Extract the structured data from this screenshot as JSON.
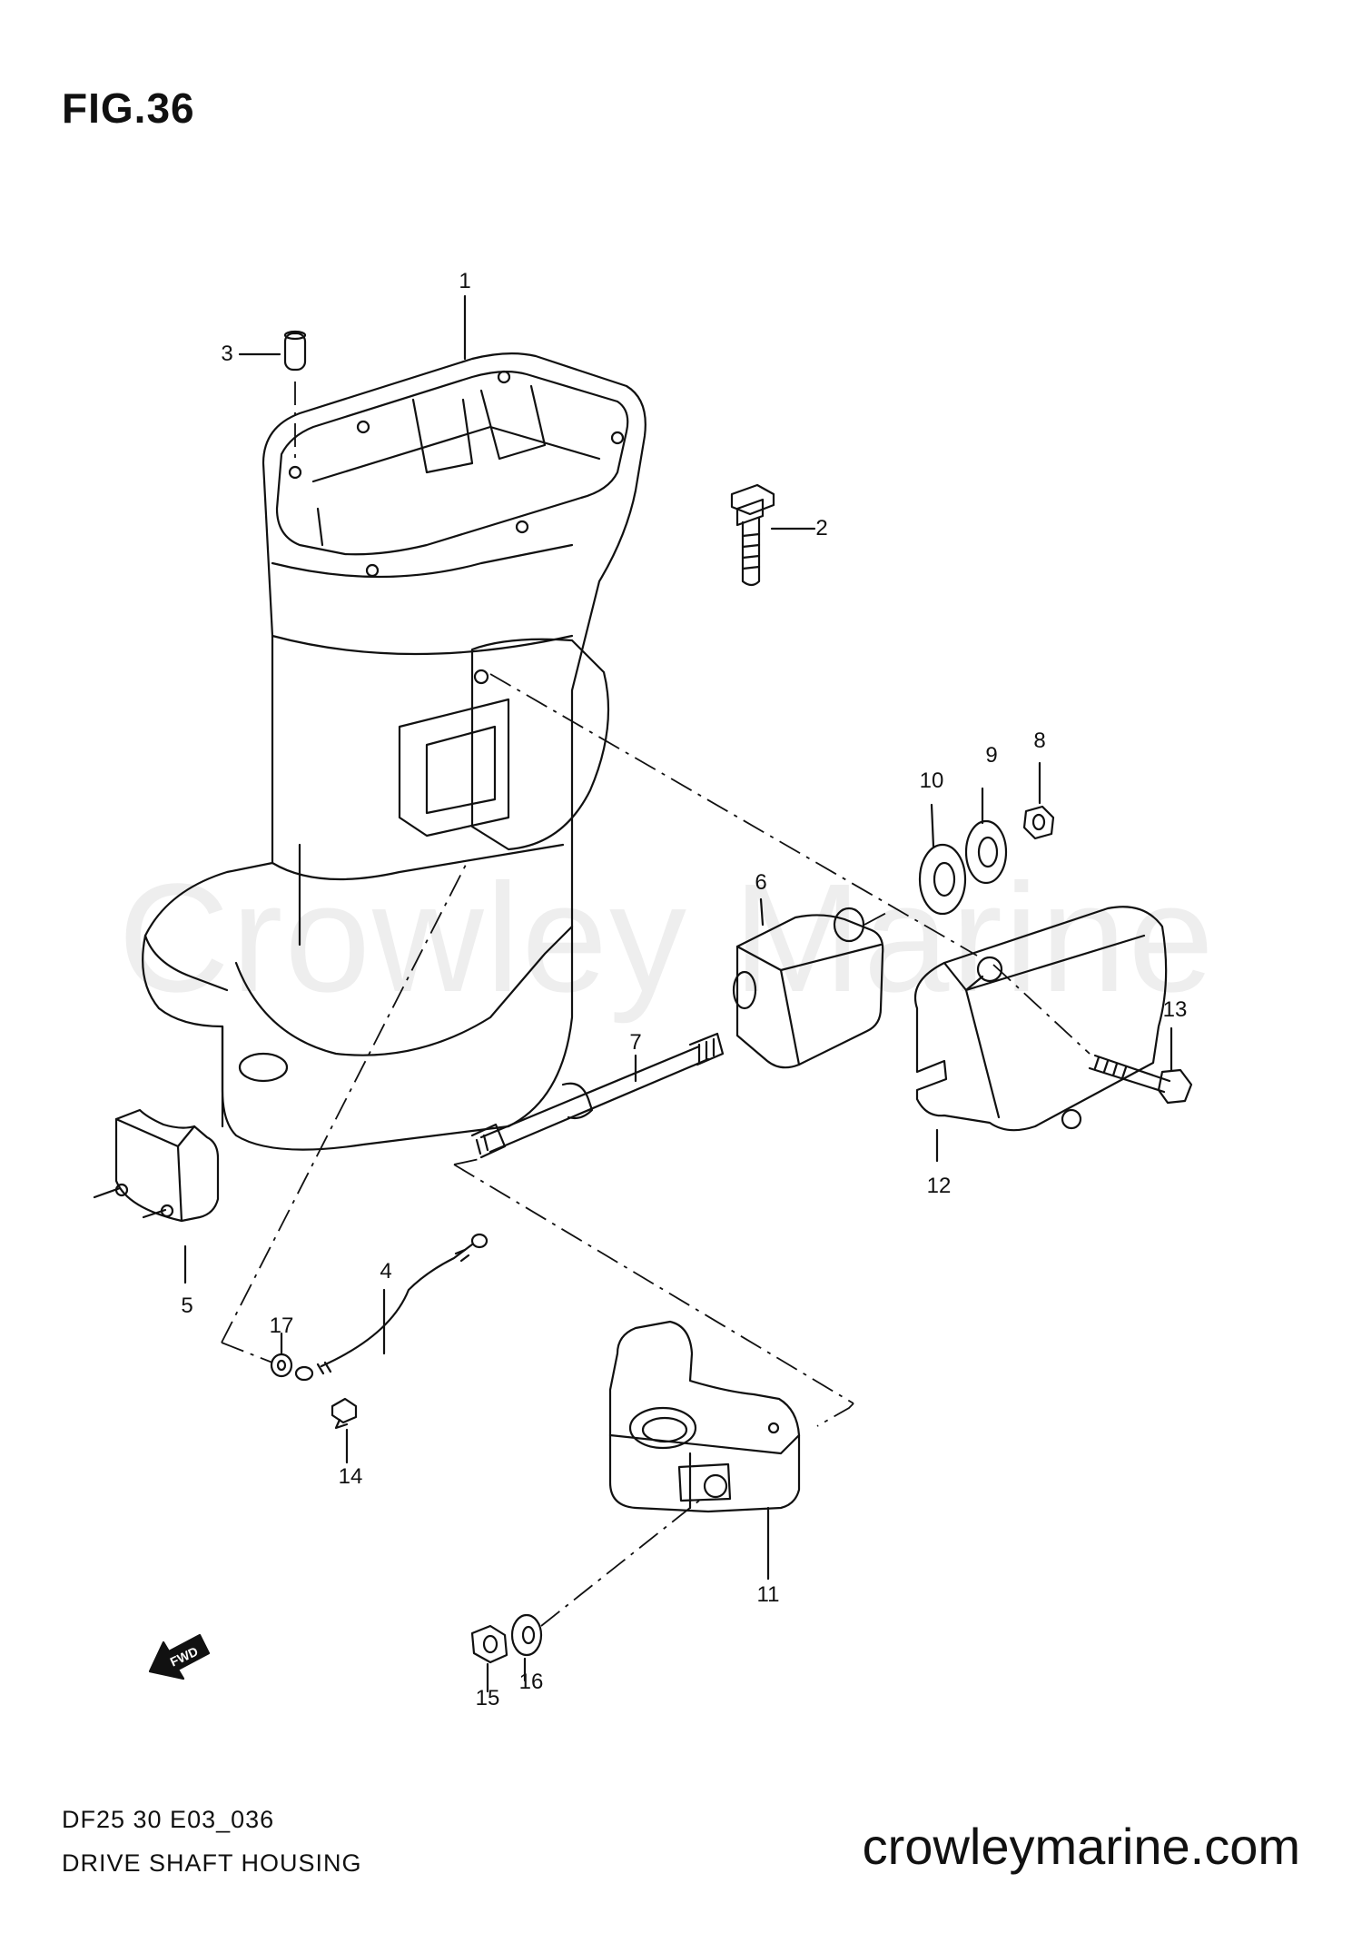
{
  "figure_label": "FIG.36",
  "watermark_text": "Crowley Marine",
  "fwd_label": "FWD",
  "diagram_code": "DF25 30 E03_036",
  "diagram_title": "DRIVE SHAFT HOUSING",
  "website": "crowleymarine.com",
  "callouts": [
    "1",
    "2",
    "3",
    "4",
    "5",
    "6",
    "7",
    "8",
    "9",
    "10",
    "11",
    "12",
    "13",
    "14",
    "15",
    "16",
    "17"
  ],
  "colors": {
    "line": "#111111",
    "watermark": "#eeeeee",
    "background": "#ffffff"
  }
}
